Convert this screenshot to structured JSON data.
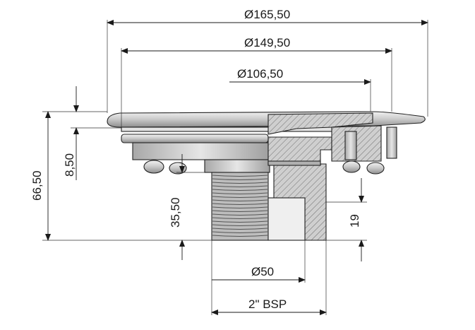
{
  "dimensions": {
    "dia_outer": "Ø165,50",
    "dia_mid": "Ø149,50",
    "dia_inner": "Ø106,50",
    "height_total": "66,50",
    "height_flange": "8,50",
    "height_thread": "35,50",
    "height_bore": "19",
    "dia_bore": "Ø50",
    "thread_spec": "2\" BSP"
  },
  "colors": {
    "steel": "#d6d6d6",
    "steel_dark": "#9a9a9a",
    "section_fill": "#cfcfcf",
    "line": "#1a1a1a"
  }
}
